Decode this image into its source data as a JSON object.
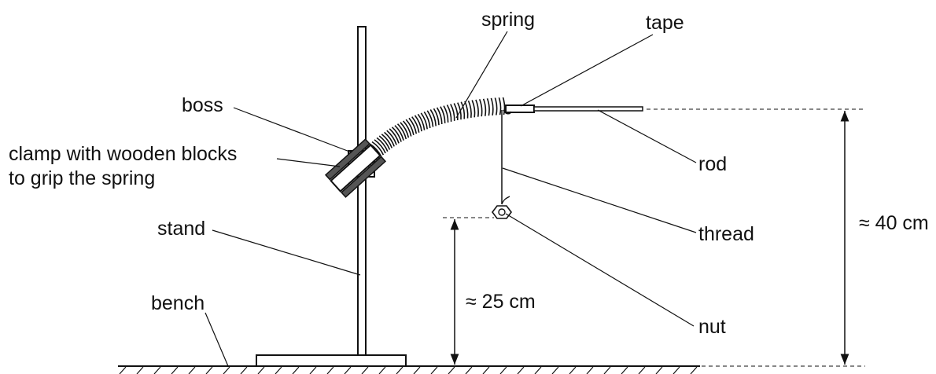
{
  "labels": {
    "spring": "spring",
    "tape": "tape",
    "boss": "boss",
    "clamp_line1": "clamp with wooden blocks",
    "clamp_line2": "to grip the spring",
    "rod": "rod",
    "stand": "stand",
    "thread": "thread",
    "bench": "bench",
    "nut": "nut"
  },
  "measurements": {
    "height_rod": "≈ 40 cm",
    "height_nut": "≈ 25 cm"
  },
  "colors": {
    "line": "#111111",
    "wood_block": "#555555",
    "background": "#ffffff"
  }
}
